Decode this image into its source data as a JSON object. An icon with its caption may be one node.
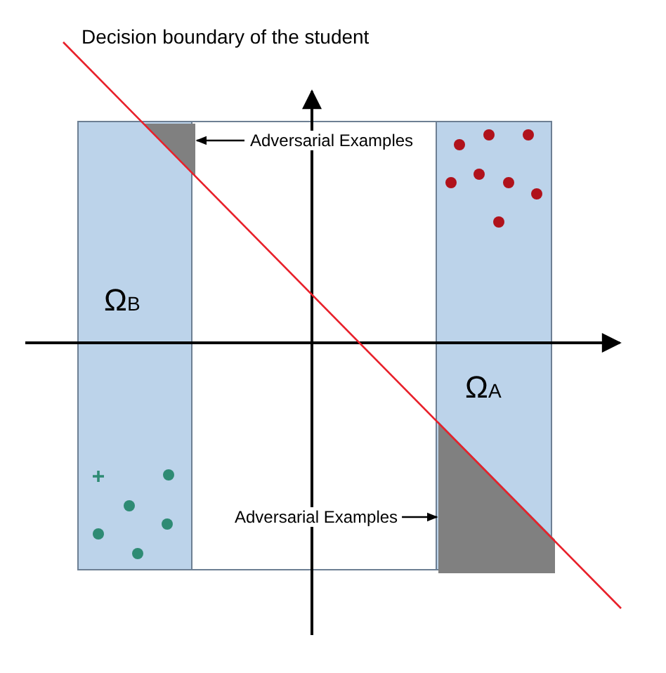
{
  "diagram": {
    "nodes": [
      {
        "text": [
          "Ω$_{B}$"
        ]
      },
      {
        "text": [],
        "shape": "triangle",
        "in": 0
      },
      {
        "text": [
          "Adversarial Examples"
        ]
      },
      {
        "text": [
          "Ω$_{A}$"
        ]
      },
      {
        "text": [],
        "shape": "polygon",
        "in": 3
      },
      {
        "text": [
          "Adversarial Examples"
        ]
      }
    ],
    "edges": [
      {
        "from": 2,
        "to": 1,
        "arrow": "to"
      },
      {
        "from": 5,
        "to": 4,
        "arrow": "to"
      }
    ],
    "labels": [
      "Decision boundary of the student"
    ]
  }
}
